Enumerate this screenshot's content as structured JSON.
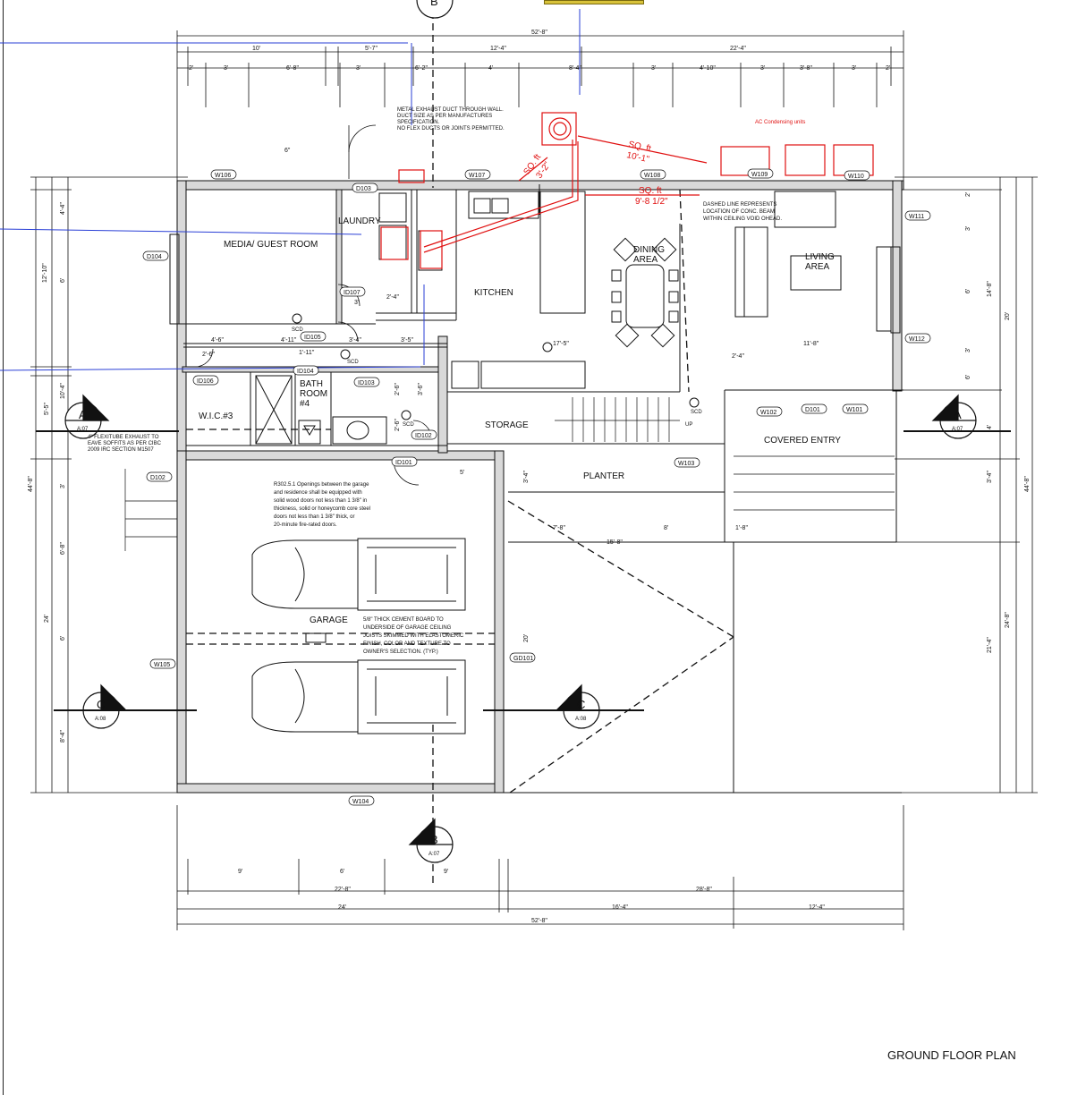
{
  "sheet_title": "GROUND FLOOR PLAN",
  "overall_dims": {
    "top": "52'-8\"",
    "bottom": "52'-8\"",
    "left": "44'-8\"",
    "right": "44'-8\""
  },
  "top_dims_row1": [
    "10'",
    "5'-7\"",
    "12'-4\"",
    "22'-4\""
  ],
  "top_dims_row2": [
    "2'",
    "3'",
    "6'-8\"",
    "3'",
    "6'-2\"",
    "4'",
    "8'-4\"",
    "3'",
    "4'-10\"",
    "3'",
    "3'-8\"",
    "3'",
    "2'"
  ],
  "bottom_dims_row1": [
    "9'",
    "6'",
    "9'"
  ],
  "bottom_dims_row2": [
    "22'-8\"",
    "28'-8\""
  ],
  "bottom_dims_row3": [
    "24'",
    "16'-4\"",
    "12'-4\""
  ],
  "left_dims": [
    "4'-4\"",
    "6'",
    "12'-10\"",
    "10'-4\"",
    "5'-5\"",
    "3'",
    "6'-8\"",
    "6'",
    "8'-4\"",
    "24'"
  ],
  "right_dims": [
    "2'",
    "3'",
    "6'",
    "14'-8\"",
    "3'",
    "6'",
    "20'",
    "4'",
    "3'-4\"",
    "21'-4\"",
    "24'-8\""
  ],
  "rooms": {
    "media": "MEDIA/ GUEST ROOM",
    "laundry": "LAUNDRY",
    "kitchen": "KITCHEN",
    "dining_1": "DINING",
    "dining_2": "AREA",
    "living_1": "LIVING",
    "living_2": "AREA",
    "bath_1": "BATH",
    "bath_2": "ROOM",
    "bath_3": "#4",
    "wic": "W.I.C.#3",
    "storage": "STORAGE",
    "planter": "PLANTER",
    "covered_entry": "COVERED ENTRY",
    "garage": "GARAGE"
  },
  "tags": {
    "w106": "W106",
    "w107": "W107",
    "w108": "W108",
    "w109": "W109",
    "w110": "W110",
    "w111": "W111",
    "w112": "W112",
    "w101": "W101",
    "w102": "W102",
    "w103": "W103",
    "w104": "W104",
    "w105": "W105",
    "d103": "D103",
    "d104": "D104",
    "d101": "D101",
    "d102": "D102",
    "id107": "ID107",
    "id105": "ID105",
    "id104": "ID104",
    "id106": "ID106",
    "id103": "ID103",
    "id102": "ID102",
    "id101": "ID101",
    "gd101": "GD101"
  },
  "notes": {
    "exhaust_1": "METAL EXHAUST DUCT THROUGH WALL.",
    "exhaust_2": "DUCT SIZE AS PER MANUFACTURES",
    "exhaust_3": "SPECIFICATION.",
    "exhaust_4": "NO FLEX DUCTS OR JOINTS PERMITTED.",
    "beam_1": "DASHED LINE REPRESENTS",
    "beam_2": "LOCATION OF CONC. BEAM",
    "beam_3": "WITHIN CEILING VOID OHEAD.",
    "flexi_1": "4\" FLEXITUBE EXHAUST TO",
    "flexi_2": "EAVE SOFFITS AS PER CIBC",
    "flexi_3": "2009 IRC SECTION M1507",
    "code_1": "R302.5.1 Openings between the garage",
    "code_2": "and residence shall be equipped with",
    "code_3": "solid wood doors not less than 1 3/8\" in",
    "code_4": "thickness, solid or honeycomb core steel",
    "code_5": "doors not less than 1 3/8\" thick, or",
    "code_6": "20-minute fire-rated doors.",
    "garage_1": "5/8\" THICK CEMENT BOARD TO",
    "garage_2": "UNDERSIDE OF GARAGE CEILING",
    "garage_3": "JOISTS SKIMMED WITH ELASTOMERIC",
    "garage_4": "FINISH, COLOR AND TEXTURE TO",
    "garage_5": "OWNER'S SELECTION. (TYP.)",
    "ac": "AC Condensing units",
    "scd": "SCD",
    "up": "UP"
  },
  "red_annotations": {
    "sq1_a": "SQ. ft",
    "sq1_b": "3'-2\"",
    "sq2_a": "SQ. ft",
    "sq2_b": "10'-1\"",
    "sq3_a": "SQ. ft",
    "sq3_b": "9'-8 1/2\""
  },
  "misc_dims": {
    "m1": "4'-6\"",
    "m2": "2'-6\"",
    "m3": "4'-11\"",
    "m4": "1'-11\"",
    "m5": "3'-4\"",
    "m6": "3'-5\"",
    "m7": "17'-5\"",
    "m8": "11'-8\"",
    "m9": "15'-8\"",
    "m10": "7'-8\"",
    "m11": "8'",
    "m12": "20'",
    "m13": "5'",
    "m14": "2'-6\"",
    "m15": "3'-6\"",
    "m16": "2'-6\"",
    "m17": "3'",
    "m18": "2'-4\"",
    "m19": "1'-8\"",
    "m20": "3'-4\"",
    "m21": "2'-4\"",
    "m22": "6\""
  },
  "section_markers": {
    "a_left": "A",
    "a_left_ref": "A:07",
    "a_right": "A",
    "a_right_ref": "A:07",
    "b_bottom": "B",
    "b_bottom_ref": "A:07",
    "b_top": "B",
    "c_left": "C",
    "c_left_ref": "A:08",
    "c_right": "C",
    "c_right_ref": "A:08"
  },
  "colors": {
    "ink": "#111111",
    "red": "#e01010",
    "blue": "#2a3fd6",
    "wall_fill": "#d9d9d9"
  }
}
